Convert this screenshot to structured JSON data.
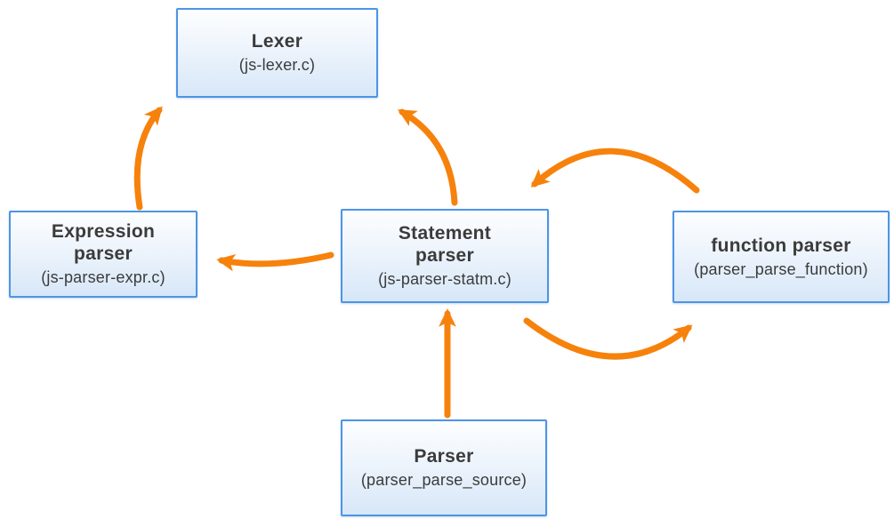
{
  "diagram": {
    "colors": {
      "background": "#FFFFFF",
      "arrow": "#F6820C",
      "node_border": "#4D95E5",
      "node_fill_top": "#FDFEFF",
      "node_fill_bottom": "#D7E7F8",
      "text": "#3B3B3B"
    },
    "nodes": [
      {
        "id": "lexer",
        "title": "Lexer",
        "subtitle": "(js-lexer.c)"
      },
      {
        "id": "expression-parser",
        "title": "Expression\nparser",
        "subtitle": "(js-parser-expr.c)"
      },
      {
        "id": "statement-parser",
        "title": "Statement\nparser",
        "subtitle": "(js-parser-statm.c)"
      },
      {
        "id": "function-parser",
        "title": "function parser",
        "subtitle": "(parser_parse_function)"
      },
      {
        "id": "parser",
        "title": "Parser",
        "subtitle": "(parser_parse_source)"
      }
    ],
    "edges": [
      {
        "from": "expression-parser",
        "to": "lexer"
      },
      {
        "from": "statement-parser",
        "to": "lexer"
      },
      {
        "from": "statement-parser",
        "to": "expression-parser"
      },
      {
        "from": "function-parser",
        "to": "statement-parser"
      },
      {
        "from": "statement-parser",
        "to": "function-parser"
      },
      {
        "from": "parser",
        "to": "statement-parser"
      }
    ]
  }
}
